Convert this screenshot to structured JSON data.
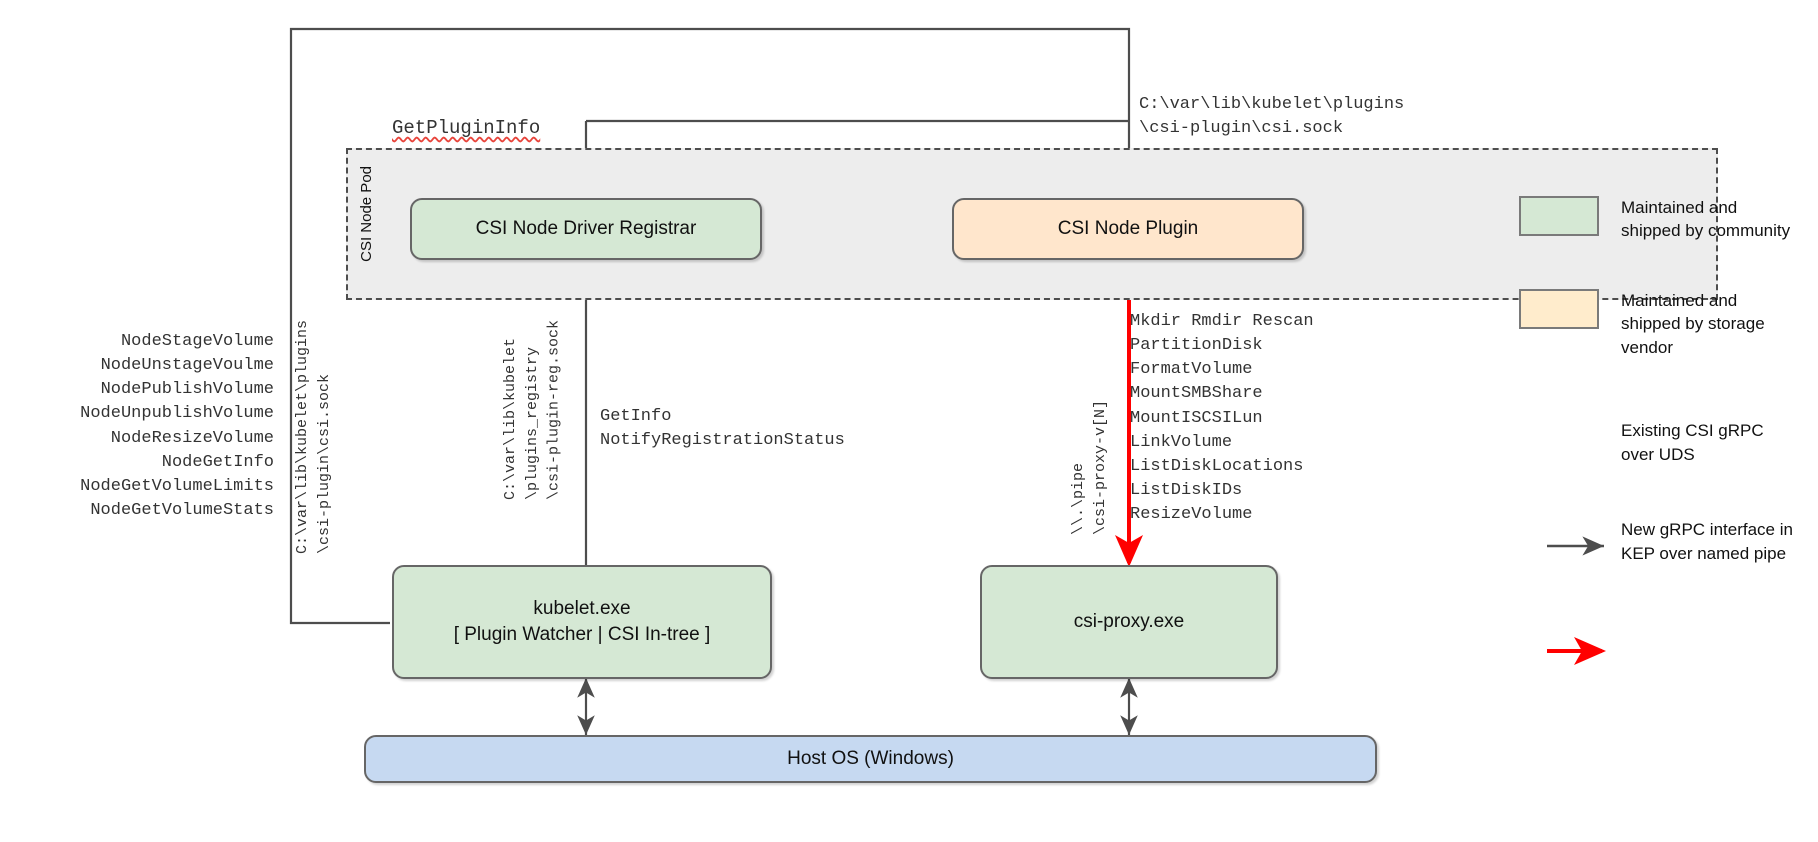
{
  "diagram": {
    "title": "CSI Node Pod / csi-proxy architecture on Windows",
    "pod": {
      "label": "CSI Node Pod"
    },
    "nodes": {
      "registrar": {
        "label": "CSI Node Driver Registrar",
        "color": "#d5e8d4"
      },
      "node_plugin": {
        "label": "CSI Node Plugin",
        "color": "#ffe6cc"
      },
      "kubelet": {
        "line1": "kubelet.exe",
        "line2": "[ Plugin Watcher | CSI In-tree ]",
        "color": "#d5e8d4"
      },
      "csi_proxy": {
        "label": "csi-proxy.exe",
        "color": "#d5e8d4"
      },
      "host_os": {
        "label": "Host OS (Windows)",
        "color": "#c6d9f1"
      }
    },
    "labels": {
      "get_plugin_info": "GetPluginInfo",
      "plugin_socket_path": "C:\\var\\lib\\kubelet\\plugins\n\\csi-plugin\\csi.sock",
      "node_rpcs": "NodeStageVolume\nNodeUnstageVoulme\nNodePublishVolume\nNodeUnpublishVolume\nNodeResizeVolume\nNodeGetInfo\nNodeGetVolumeLimits\nNodeGetVolumeStats",
      "csi_sock_rot": "C:\\var\\lib\\kubelet\\plugins\n\\csi-plugin\\csi.sock",
      "reg_sock_rot": "C:\\var\\lib\\kubelet\n\\plugins_registry\n\\csi-plugin-reg.sock",
      "registration_rpcs": "GetInfo\nNotifyRegistrationStatus",
      "named_pipe_rot": "\\\\.\\pipe\n\\csi-proxy-v[N]",
      "csi_proxy_apis": "Mkdir Rmdir Rescan\nPartitionDisk\nFormatVolume\nMountSMBShare\nMountISCSILun\nLinkVolume\nListDiskLocations\nListDiskIDs\nResizeVolume"
    },
    "legend": {
      "items": [
        {
          "kind": "swatch",
          "swatch": "green",
          "color": "#d5e8d4",
          "text": "Maintained and shipped by community"
        },
        {
          "kind": "swatch",
          "swatch": "yellow",
          "color": "#ffeccc",
          "text": "Maintained and shipped by storage vendor"
        },
        {
          "kind": "arrow",
          "color": "#4d4d4d",
          "text": "Existing CSI gRPC over UDS"
        },
        {
          "kind": "arrow",
          "color": "#ff0000",
          "text": "New gRPC interface in KEP over named pipe"
        }
      ]
    },
    "colors": {
      "line": "#4d4d4d",
      "accent_red": "#ff0000",
      "pod_fill": "#ededed",
      "pod_border": "#4d4d4d"
    }
  }
}
